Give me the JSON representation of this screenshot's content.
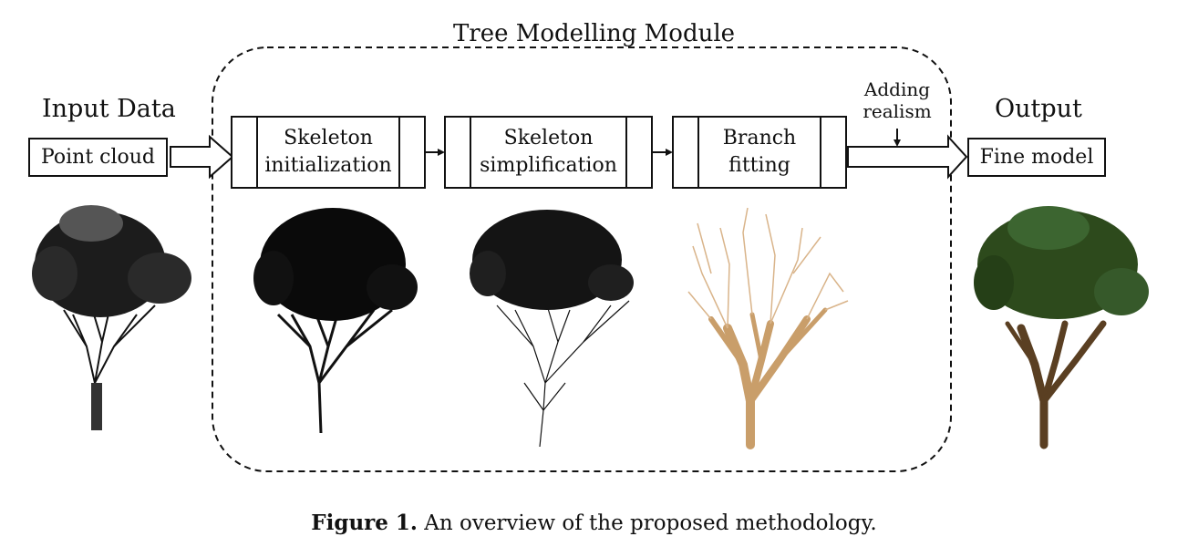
{
  "module_title": "Tree Modelling Module",
  "input": {
    "heading": "Input Data",
    "box_label": "Point cloud"
  },
  "steps": [
    {
      "line1": "Skeleton",
      "line2": "initialization"
    },
    {
      "line1": "Skeleton",
      "line2": "simplification"
    },
    {
      "line1": "Branch",
      "line2": "fitting"
    }
  ],
  "realism_note": {
    "line1": "Adding",
    "line2": "realism"
  },
  "output": {
    "heading": "Output",
    "box_label": "Fine model"
  },
  "caption": {
    "prefix": "Figure 1.",
    "text": " An overview of the proposed methodology."
  },
  "colors": {
    "line": "#111111",
    "wood_light": "#d9b48a",
    "wood_dark": "#5a3f22",
    "foliage": "#2d4a1c"
  },
  "tree_icons": [
    "point-cloud-tree",
    "initial-skeleton-tree",
    "simplified-skeleton-tree",
    "fitted-branches-tree",
    "fine-model-tree"
  ]
}
